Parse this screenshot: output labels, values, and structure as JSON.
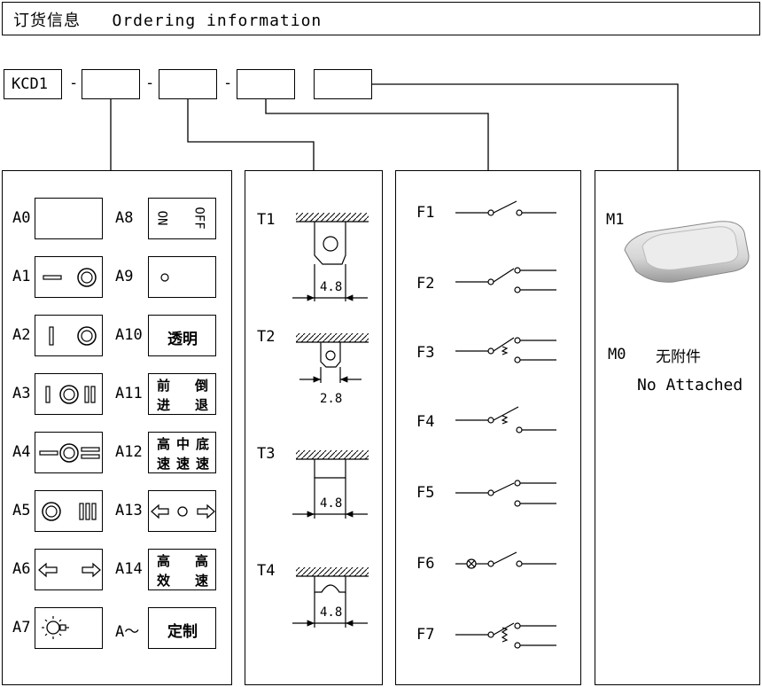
{
  "header": {
    "title": "订货信息   Ordering information"
  },
  "part_code": {
    "prefix": "KCD1",
    "sep1": "-",
    "sep2": "-",
    "sep3": "-"
  },
  "lens_symbols": [
    {
      "code": "A0",
      "text": ""
    },
    {
      "code": "A1",
      "text": ""
    },
    {
      "code": "A2",
      "text": ""
    },
    {
      "code": "A3",
      "text": ""
    },
    {
      "code": "A4",
      "text": ""
    },
    {
      "code": "A5",
      "text": ""
    },
    {
      "code": "A6",
      "text": ""
    },
    {
      "code": "A7",
      "text": ""
    },
    {
      "code": "A8",
      "text_on": "ON",
      "text_off": "OFF"
    },
    {
      "code": "A9",
      "text": ""
    },
    {
      "code": "A10",
      "text": "透明"
    },
    {
      "code": "A11",
      "text": [
        "前",
        "倒",
        "进",
        "退"
      ]
    },
    {
      "code": "A12",
      "text": [
        "高",
        "中",
        "底",
        "速",
        "速",
        "速"
      ]
    },
    {
      "code": "A13",
      "text": ""
    },
    {
      "code": "A14",
      "text": [
        "高",
        "高",
        "效",
        "速"
      ]
    },
    {
      "code": "A～",
      "text": "定制"
    }
  ],
  "terminals": [
    {
      "code": "T1",
      "dim": "4.8"
    },
    {
      "code": "T2",
      "dim": "2.8"
    },
    {
      "code": "T3",
      "dim": "4.8"
    },
    {
      "code": "T4",
      "dim": "4.8"
    }
  ],
  "functions": [
    "F1",
    "F2",
    "F3",
    "F4",
    "F5",
    "F6",
    "F7"
  ],
  "accessories": {
    "m1_code": "M1",
    "m0_code": "M0",
    "m0_cn": "无附件",
    "m0_en": "No Attached"
  }
}
